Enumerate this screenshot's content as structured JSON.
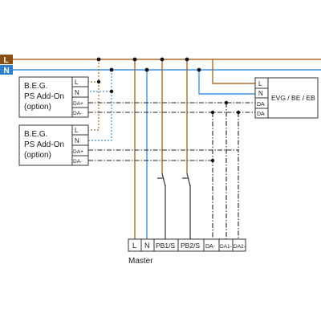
{
  "colors": {
    "l_wire": "#b06b2c",
    "n_wire": "#3d93de",
    "l_tag_bg": "#8a4d14",
    "n_tag_bg": "#2f7fcf",
    "dali_wire": "#222222",
    "pb_wire": "#333333",
    "dot_l": "#b06b2c",
    "dot_n": "#3d93de"
  },
  "buses": {
    "l_label": "L",
    "n_label": "N"
  },
  "addon_top": {
    "title_line1": "B.E.G.",
    "title_line2": "PS Add-On",
    "title_line3": "(option)",
    "terminals": [
      "L",
      "N",
      "DA+",
      "DA-"
    ]
  },
  "addon_bottom": {
    "title_line1": "B.E.G.",
    "title_line2": "PS Add-On",
    "title_line3": "(option)",
    "terminals": [
      "L",
      "N",
      "DA+",
      "DA-"
    ]
  },
  "evg": {
    "label": "EVG / BE / EB",
    "terminals": [
      "L",
      "N",
      "DA",
      "DA"
    ]
  },
  "master": {
    "label": "Master",
    "terminals": [
      "L",
      "N",
      "PB1/S",
      "PB2/S",
      "DA-",
      "DA1-",
      "DA2-"
    ]
  }
}
